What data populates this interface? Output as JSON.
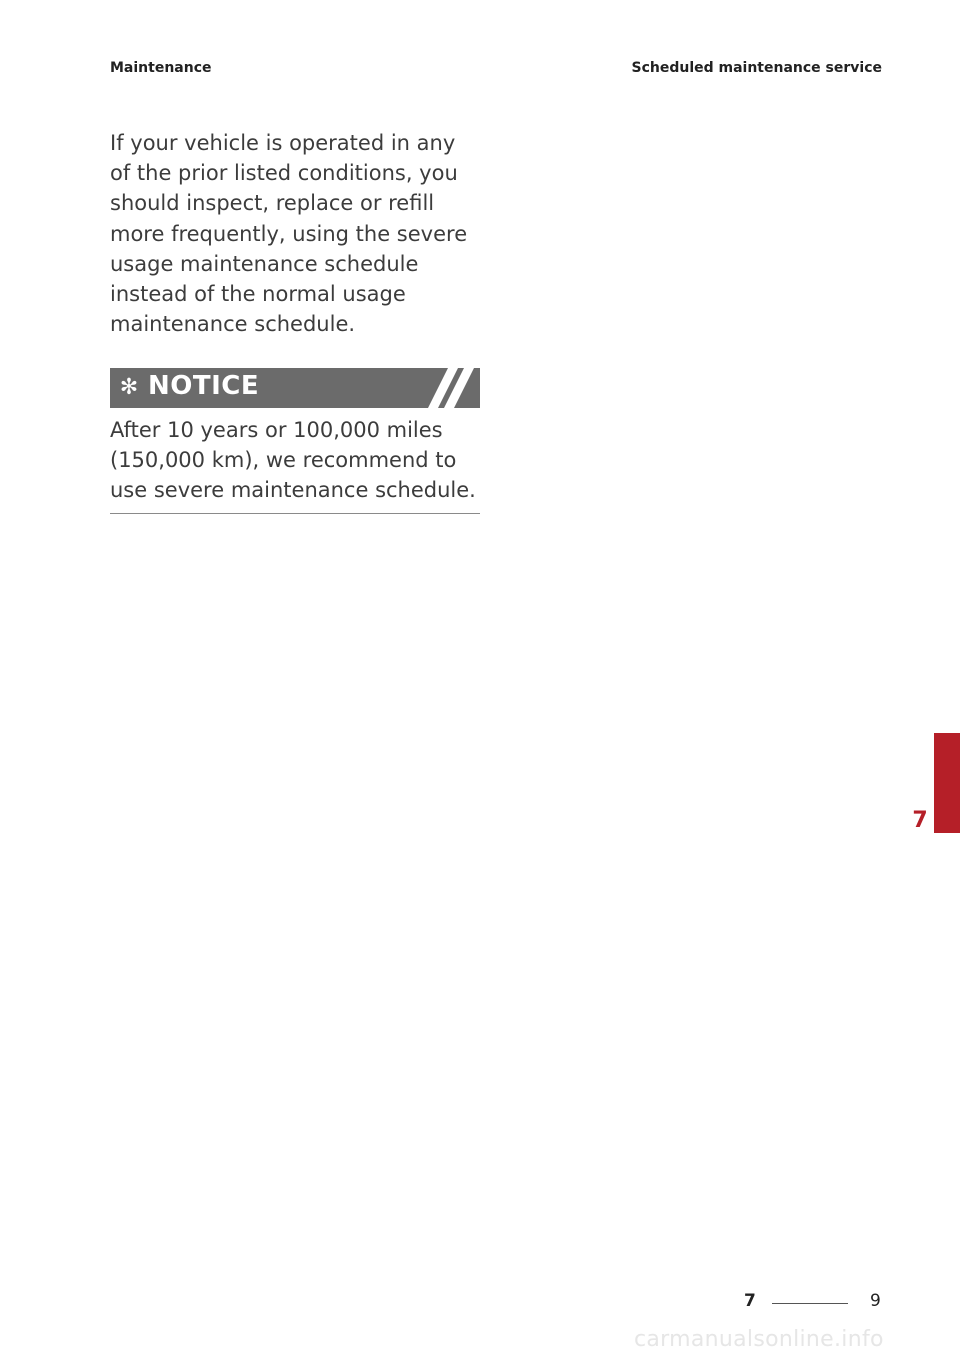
{
  "header": {
    "section": "Maintenance",
    "subsection": "Scheduled maintenance service"
  },
  "body": {
    "paragraph": "If your vehicle is operated in any of the prior listed conditions, you should inspect, replace or refill more frequently, using the severe usage maintenance schedule instead of the normal usage maintenance schedule."
  },
  "notice": {
    "icon": "asterisk-icon",
    "title": "NOTICE",
    "text": "After 10 years or 100,000 miles (150,000 km), we recommend to use severe maintenance schedule."
  },
  "chapter_tab": {
    "number": "7",
    "color": "#b51f28"
  },
  "footer": {
    "chapter": "7",
    "page": "9"
  },
  "watermark": "carmanualsonline.info",
  "colors": {
    "notice_bar": "#6b6b6b",
    "accent": "#b51f28"
  }
}
